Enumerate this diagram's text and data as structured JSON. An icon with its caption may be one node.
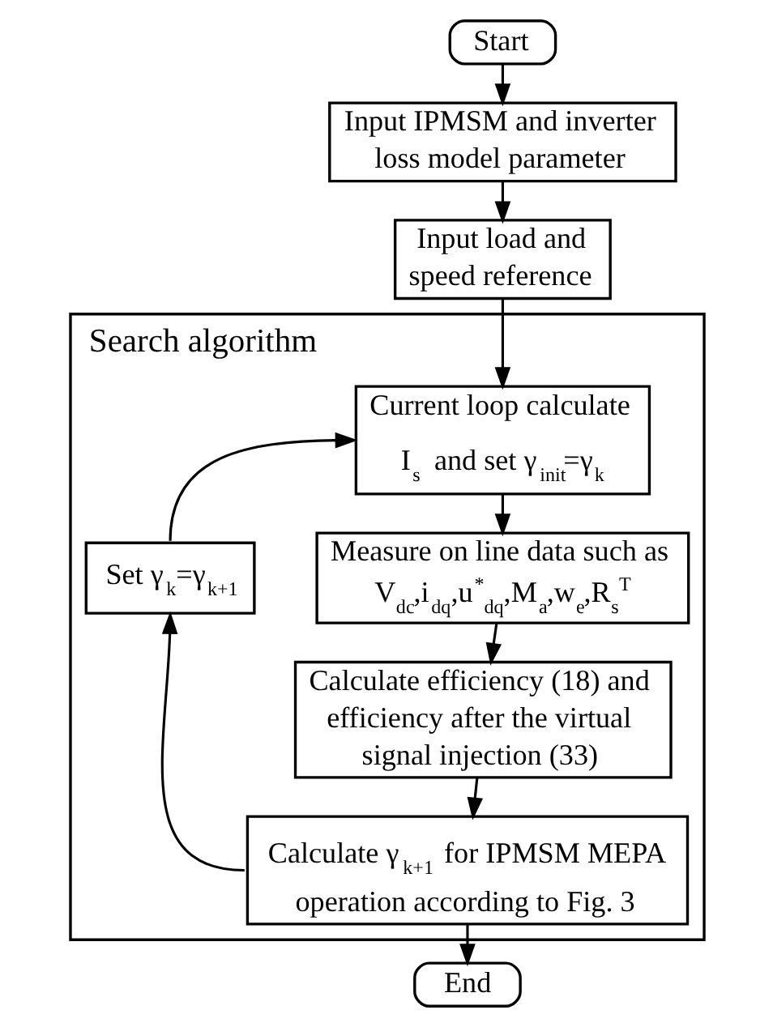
{
  "diagram": {
    "nodes": [
      {
        "text": [
          "Start"
        ]
      },
      {
        "text": [
          "Input IPMSM and inverter loss model parameter"
        ]
      },
      {
        "text": [
          "Input load and speed reference"
        ]
      },
      {
        "text": [
          "Search algorithm"
        ]
      },
      {
        "text": [
          "Current loop calculate I$_{s}$ and set γ$_{init}$=γ$_{k}$"
        ],
        "in": 3
      },
      {
        "text": [
          "Measure on line data such as V$_{dc}$,i$_{dq}$,u$^{*}$$_{dq}$,M$_{a}$,w$_{e}$,R$_{s}$$^{T}$"
        ],
        "in": 3
      },
      {
        "text": [
          "Calculate efficiency (18) and efficiency after the virtual signal injection (33)"
        ],
        "in": 3
      },
      {
        "text": [
          "Calculate γ$_{k+1}$ for IPMSM MEPA operation according to Fig. 3"
        ],
        "in": 3
      },
      {
        "text": [
          "Set γ$_{k}$=γ$_{k+1}$"
        ],
        "in": 3
      },
      {
        "text": [
          "End"
        ]
      }
    ],
    "edges": [
      {
        "from": 0,
        "to": 1,
        "arrow": "to"
      },
      {
        "from": 1,
        "to": 2,
        "arrow": "to"
      },
      {
        "from": 2,
        "to": 4,
        "arrow": "to"
      },
      {
        "from": 4,
        "to": 5,
        "arrow": "to"
      },
      {
        "from": 5,
        "to": 6,
        "arrow": "to"
      },
      {
        "from": 6,
        "to": 7,
        "arrow": "to"
      },
      {
        "from": 7,
        "to": 8,
        "arrow": "to"
      },
      {
        "from": 8,
        "to": 4,
        "arrow": "to"
      },
      {
        "from": 7,
        "to": 9,
        "arrow": "to"
      }
    ]
  }
}
